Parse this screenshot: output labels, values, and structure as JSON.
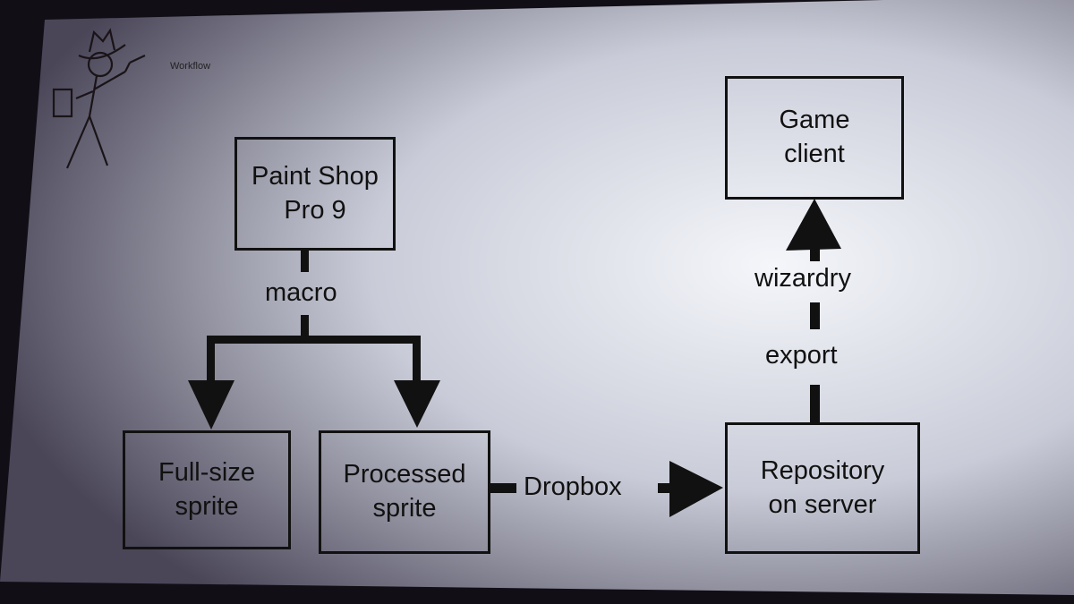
{
  "slide": {
    "title": "Workflow",
    "mascot_icon": "cowboy-stick-figure-icon"
  },
  "nodes": {
    "paint_shop": "Paint Shop\nPro 9",
    "full_size": "Full-size\nsprite",
    "processed": "Processed\nsprite",
    "repository": "Repository\non server",
    "game_client": "Game\nclient"
  },
  "edges": {
    "macro": "macro",
    "dropbox": "Dropbox",
    "export": "export",
    "wizardry": "wizardry"
  }
}
